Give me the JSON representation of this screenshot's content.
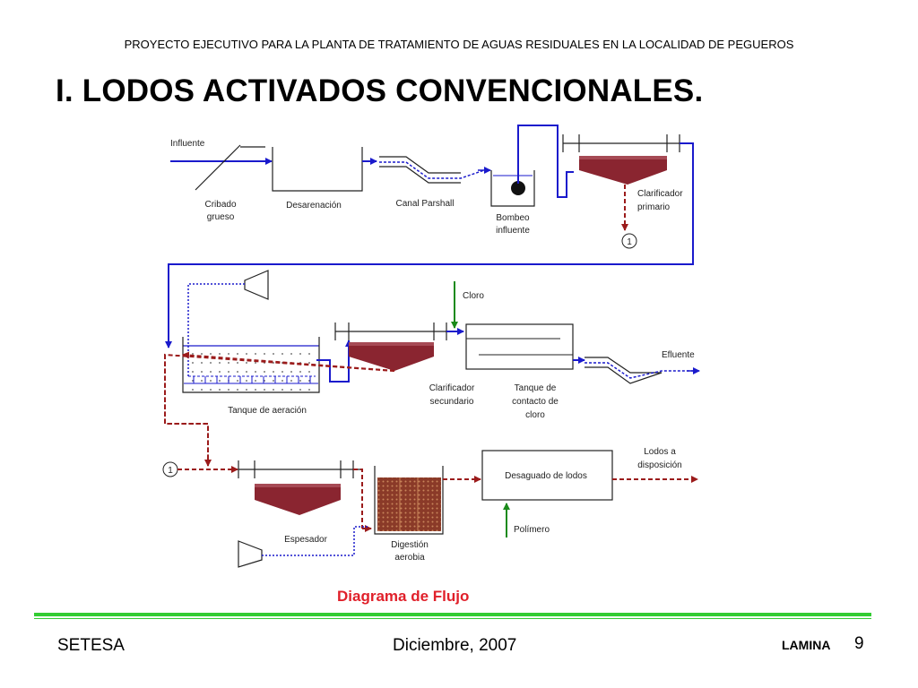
{
  "header": {
    "project_title": "PROYECTO EJECUTIVO PARA LA PLANTA DE TRATAMIENTO DE AGUAS RESIDUALES EN LA LOCALIDAD DE PEGUEROS",
    "section_title": "I. LODOS ACTIVADOS CONVENCIONALES."
  },
  "diagram": {
    "labels": {
      "influente": "Influente",
      "cribado_1": "Cribado",
      "cribado_2": "grueso",
      "desarenacion": "Desarenación",
      "canal_parshall": "Canal Parshall",
      "bombeo_1": "Bombeo",
      "bombeo_2": "influente",
      "clarif_prim_1": "Clarificador",
      "clarif_prim_2": "primario",
      "connector": "1",
      "cloro": "Cloro",
      "efluente": "Efluente",
      "tanque_aeracion": "Tanque de aeración",
      "clarif_sec_1": "Clarificador",
      "clarif_sec_2": "secundario",
      "contacto_1": "Tanque de",
      "contacto_2": "contacto de",
      "contacto_3": "cloro",
      "lodos_1": "Lodos a",
      "lodos_2": "disposición",
      "desaguado": "Desaguado de lodos",
      "polimero": "Polímero",
      "espesador": "Espesador",
      "digestion_1": "Digestión",
      "digestion_2": "aerobia"
    },
    "colors": {
      "water_line": "#1a1acc",
      "sludge_line": "#9b1b1b",
      "sludge_fill": "#8a2530",
      "chlorine_line": "#1a8a1a",
      "air_line": "#1a1acc"
    }
  },
  "caption": "Diagrama de Flujo",
  "footer": {
    "org": "SETESA",
    "date": "Diciembre, 2007",
    "lamina_label": "LAMINA",
    "page_number": "9"
  }
}
